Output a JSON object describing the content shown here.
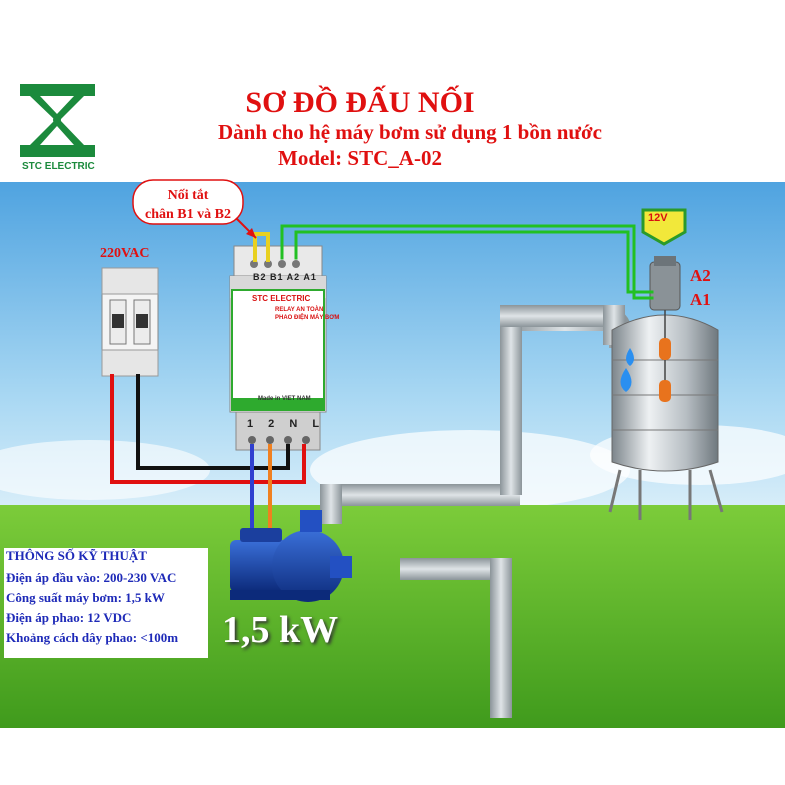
{
  "header": {
    "title": "SƠ ĐỒ ĐẤU NỐI",
    "subtitle": "Dành cho hệ máy bơm sử dụng 1 bồn nước",
    "model": "Model: STC_A-02"
  },
  "logo": {
    "text": "STC ELECTRIC",
    "icon": "stc-logo-icon"
  },
  "callout": {
    "line1": "Nối tắt",
    "line2": "chân B1 và B2"
  },
  "breaker": {
    "label": "220VAC"
  },
  "relay": {
    "brand": "STC ELECTRIC",
    "title_line1": "RELAY AN TOÀN",
    "title_line2": "PHAO ĐIỆN MÁY BƠM",
    "terminals_top": "B2 B1 A2 A1",
    "terminals_bottom": "1 2 N L",
    "made_in": "Made in VIET NAM"
  },
  "tank": {
    "voltage_badge": "12V",
    "float_a2": "A2",
    "float_a1": "A1"
  },
  "specs": {
    "heading": "THÔNG SỐ KỸ THUẬT",
    "lines": [
      "Điện áp đầu vào: 200-230 VAC",
      "Công suất máy bơm: 1,5 kW",
      "Điện áp phao: 12 VDC",
      "Khoảng cách dây phao: <100m"
    ]
  },
  "pump": {
    "power_label": "1,5 kW"
  },
  "colors": {
    "title_red": "#e01010",
    "spec_blue": "#1e2ab8",
    "wire_green": "#22c022",
    "wire_yellow": "#e8d020",
    "wire_red": "#e01010",
    "wire_black": "#111111",
    "wire_blue": "#3040d0",
    "wire_orange": "#f08020",
    "sky": "#8ec9ee",
    "grass": "#5cb52a"
  }
}
